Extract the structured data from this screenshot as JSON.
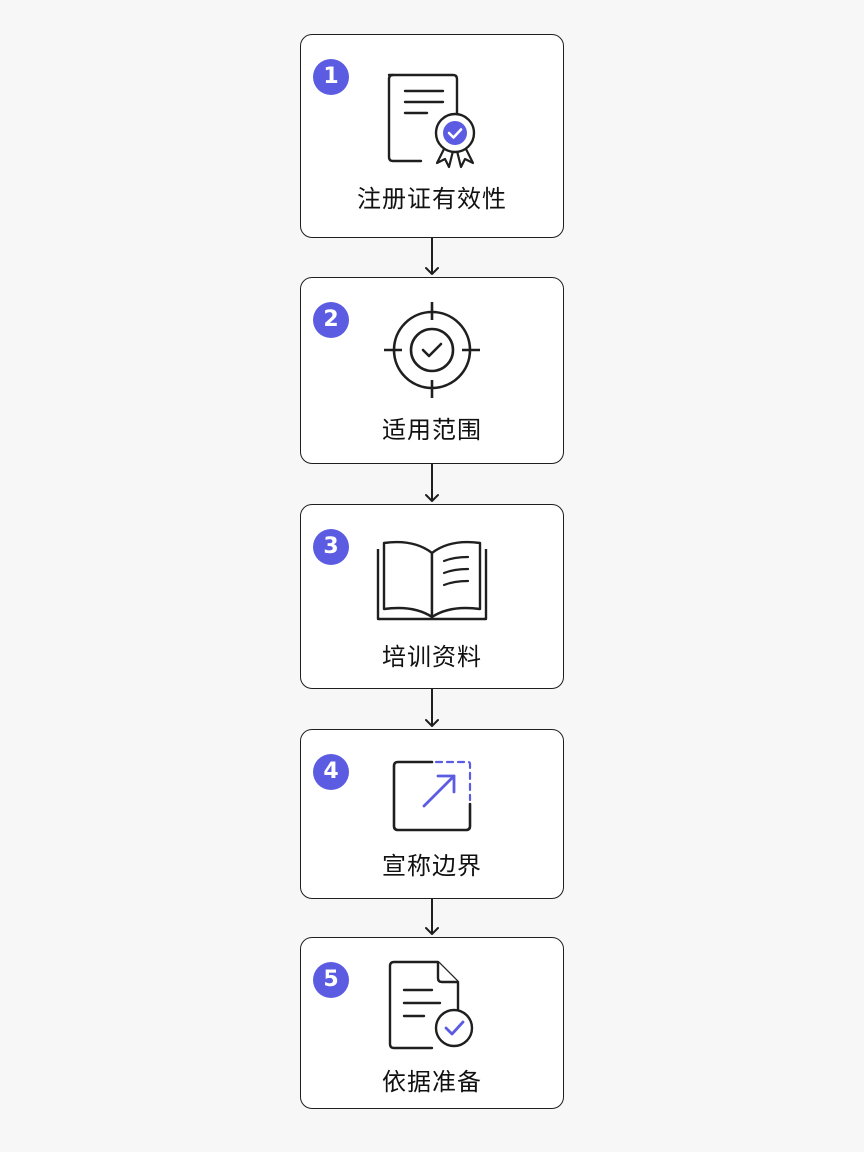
{
  "steps": [
    {
      "number": "1",
      "label": "注册证有效性",
      "icon": "certificate-badge-icon"
    },
    {
      "number": "2",
      "label": "适用范围",
      "icon": "target-check-icon"
    },
    {
      "number": "3",
      "label": "培训资料",
      "icon": "open-book-icon"
    },
    {
      "number": "4",
      "label": "宣称边界",
      "icon": "boundary-arrow-icon"
    },
    {
      "number": "5",
      "label": "依据准备",
      "icon": "document-check-icon"
    }
  ],
  "colors": {
    "accent": "#5b5ce2",
    "stroke": "#1f1f1f",
    "background": "#f7f7f7",
    "card": "#ffffff"
  }
}
